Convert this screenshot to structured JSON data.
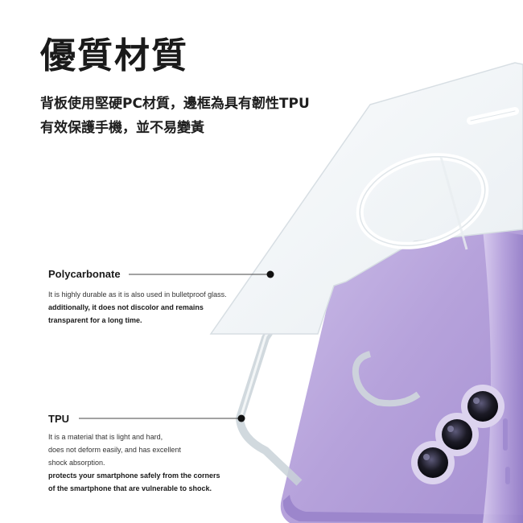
{
  "heading": {
    "title": "優質材質",
    "subtitle_lines": [
      "背板使用堅硬PC材質，邊框為具有韌性TPU",
      "有效保護手機，並不易變黃"
    ]
  },
  "polycarbonate": {
    "label": "Polycarbonate",
    "lines": [
      "It is highly durable as it is also used in bulletproof glass.",
      "additionally, it does not discolor and remains",
      "transparent for a long time."
    ]
  },
  "tpu": {
    "label": "TPU",
    "lines": [
      "It is a material that is light and hard,",
      "does not deform easily, and has excellent",
      "shock absorption.",
      "protects your smartphone safely from the corners",
      "of the smartphone that are vulnerable to shock."
    ]
  },
  "colors": {
    "phone_purple": "#b9a6dc",
    "phone_frame": "#c7b8e6",
    "case_clear": "#e8eef2",
    "accent_dark": "#111111"
  }
}
